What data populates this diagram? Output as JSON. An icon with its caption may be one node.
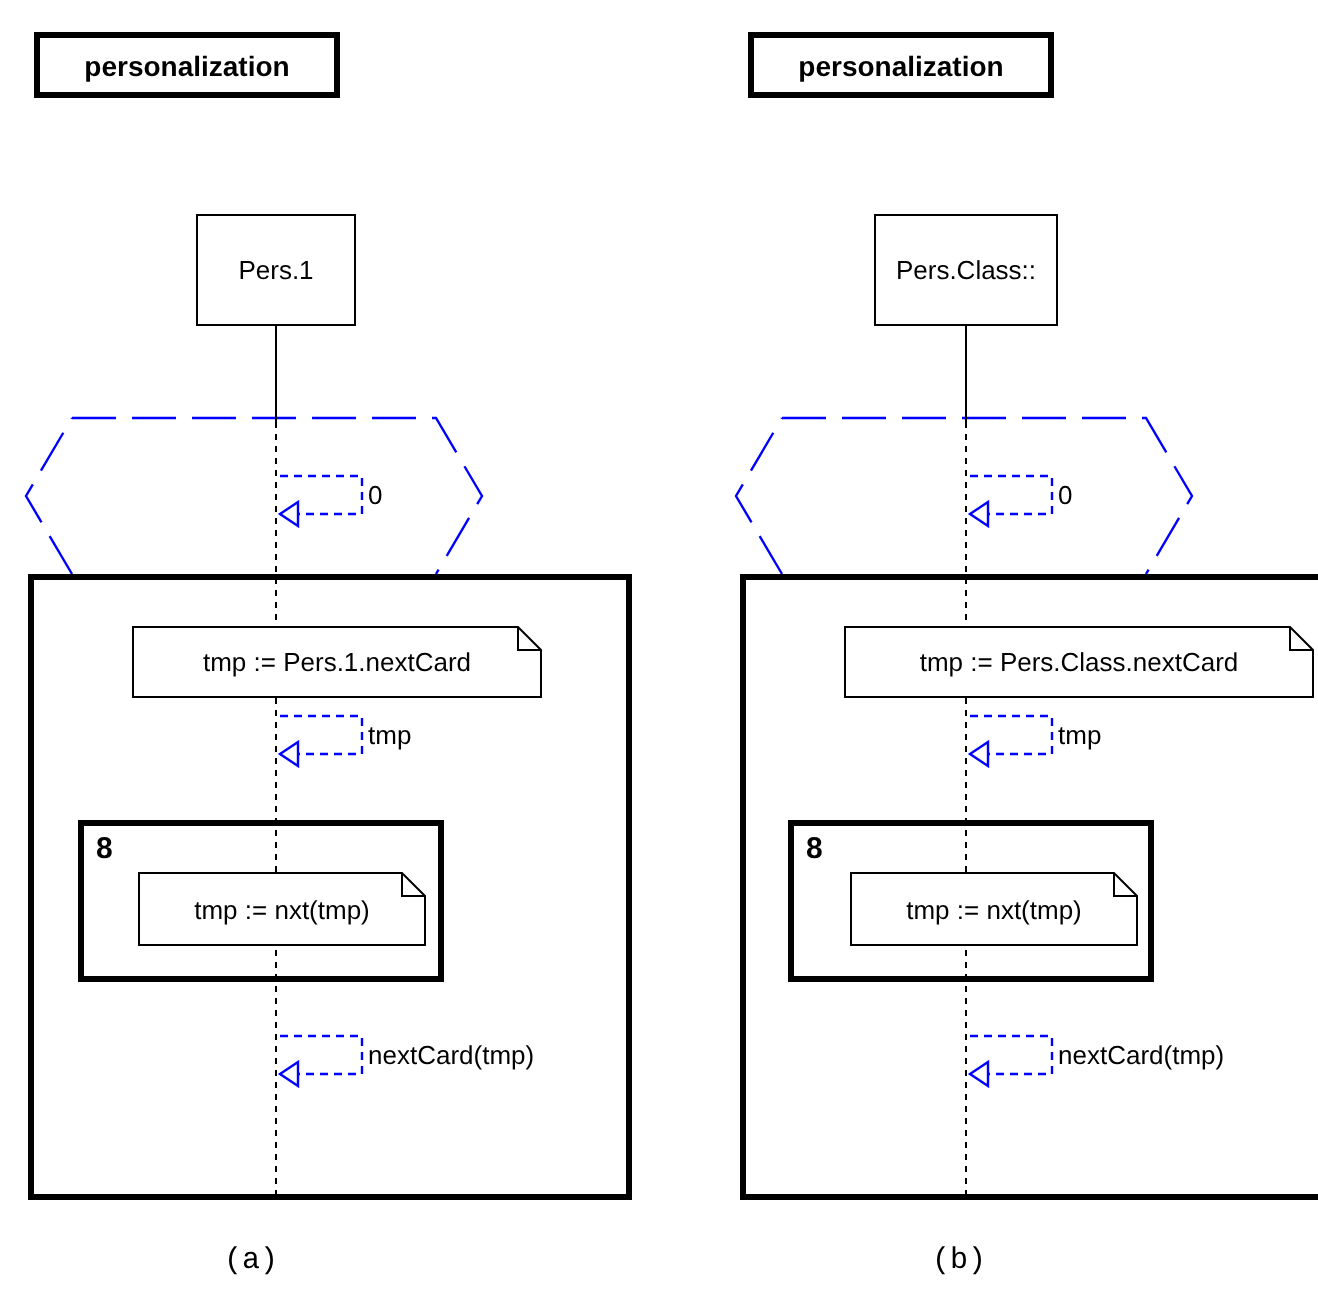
{
  "diagram": {
    "nodes": [
      {
        "text": [
          "personalization"
        ]
      },
      {
        "text": [
          "Pers.1"
        ]
      },
      {
        "text": [],
        "shape": "line"
      },
      {
        "text": [],
        "shape": "box"
      },
      {
        "text": [
          "tmp := Pers.1.nextCard"
        ],
        "in": 3
      },
      {
        "text": [
          "8"
        ],
        "in": 3
      },
      {
        "text": [
          "tmp := nxt(tmp)"
        ],
        "in": 5
      },
      {
        "text": [
          "personalization"
        ]
      },
      {
        "text": [
          "Pers.Class::"
        ]
      },
      {
        "text": [],
        "shape": "line"
      },
      {
        "text": [],
        "shape": "box"
      },
      {
        "text": [
          "tmp := Pers.Class.nextCard"
        ],
        "in": 10
      },
      {
        "text": [
          "8"
        ],
        "in": 10
      },
      {
        "text": [
          "tmp := nxt(tmp)"
        ],
        "in": 12
      }
    ],
    "edges": [
      {
        "from": 2,
        "to": 2,
        "arrow": "to",
        "label": "0",
        "style": "dashed",
        "color": "#0000ff"
      },
      {
        "from": 2,
        "to": 2,
        "arrow": "to",
        "label": "tmp",
        "style": "dashed",
        "color": "#0000ff"
      },
      {
        "from": 2,
        "to": 2,
        "arrow": "to",
        "label": "nextCard(tmp)",
        "style": "dashed",
        "color": "#0000ff"
      },
      {
        "from": 9,
        "to": 9,
        "arrow": "to",
        "label": "0",
        "style": "dashed",
        "color": "#0000ff"
      },
      {
        "from": 9,
        "to": 9,
        "arrow": "to",
        "label": "tmp",
        "style": "dashed",
        "color": "#0000ff"
      },
      {
        "from": 9,
        "to": 9,
        "arrow": "to",
        "label": "nextCard(tmp)",
        "style": "dashed",
        "color": "#0000ff"
      }
    ],
    "labels": [
      "(a)",
      "(b)"
    ]
  }
}
